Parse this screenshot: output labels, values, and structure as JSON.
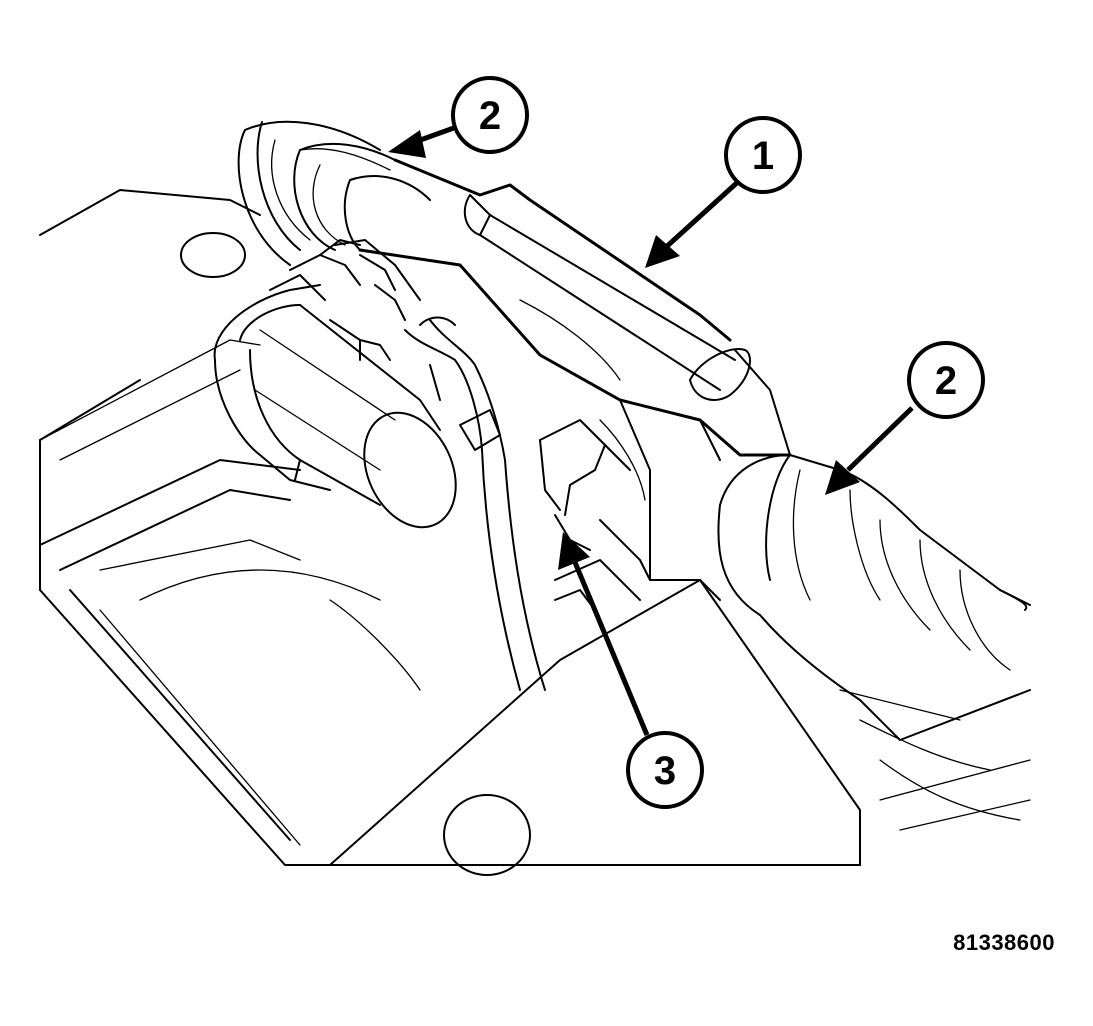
{
  "figure": {
    "id": "81338600"
  },
  "callouts": [
    {
      "key": "callout-1",
      "number": "1"
    },
    {
      "key": "callout-2-upper",
      "number": "2"
    },
    {
      "key": "callout-2-lower",
      "number": "2"
    },
    {
      "key": "callout-3",
      "number": "3"
    }
  ],
  "colors": {
    "line": "#000000",
    "background": "#ffffff"
  }
}
